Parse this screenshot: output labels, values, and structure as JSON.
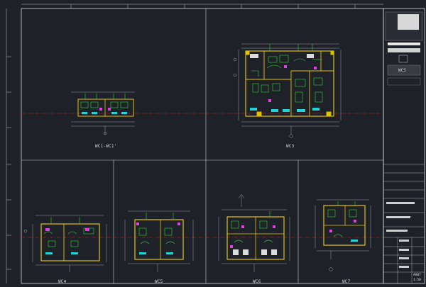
{
  "drawing": {
    "background": "#1f2129",
    "colors": {
      "frame": "#d9d9d9",
      "wall": "#e0c400",
      "grid": "#e02020",
      "detail_green": "#2bd92b",
      "detail_cyan": "#22d3d3",
      "detail_magenta": "#e040e0",
      "dim": "#c0c0c0"
    },
    "labels": {
      "wc1": "WC1-WC1'",
      "wc3": "WC3",
      "wc4": "WC4",
      "wc5": "WC5",
      "wc6": "WC6",
      "wc7": "WC7"
    },
    "title_block": {
      "logo_text": "WCS",
      "drawing_no": "AA07",
      "sheet_no": "1:50"
    }
  }
}
